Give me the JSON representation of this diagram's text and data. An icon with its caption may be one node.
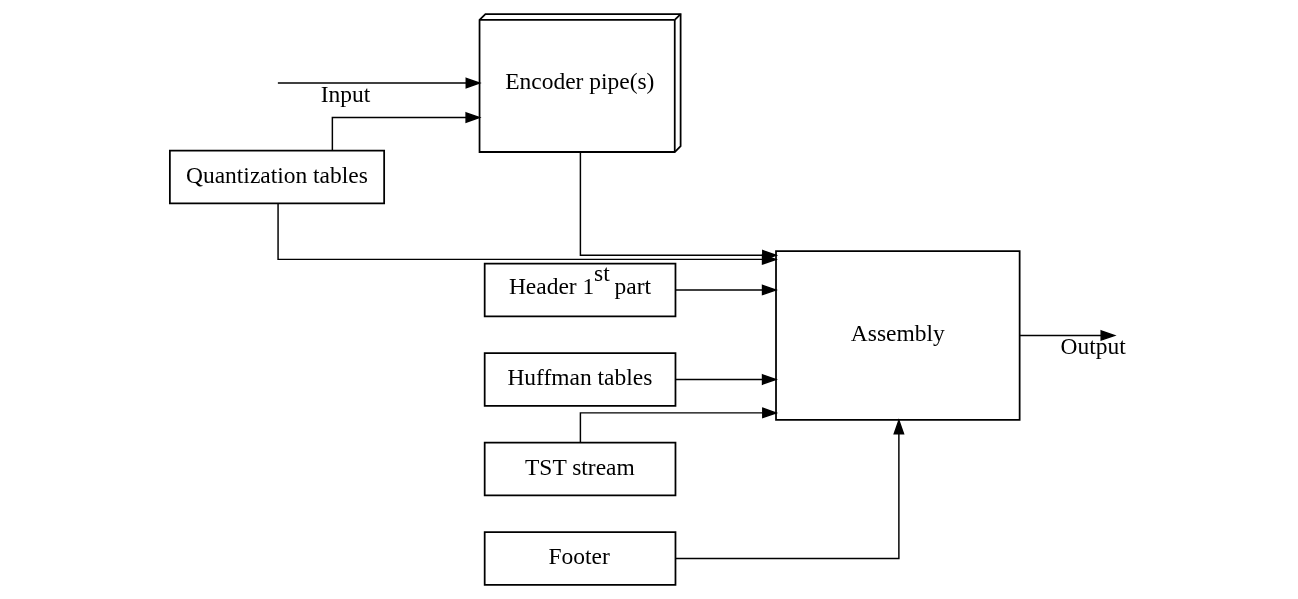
{
  "diagram": {
    "nodes": [
      {
        "text": [
          "Quantization tables"
        ]
      },
      {
        "text": [
          "Encoder pipe(s)"
        ]
      },
      {
        "text": [
          "Assembly"
        ]
      },
      {
        "text": [
          "Header 1$^{st}$ part"
        ]
      },
      {
        "text": [
          "Huffman tables"
        ]
      },
      {
        "text": [
          "TST stream"
        ]
      },
      {
        "text": [
          "Footer"
        ]
      }
    ],
    "edges": [
      {
        "from": null,
        "to": 1,
        "arrow": "to",
        "label": "Input"
      },
      {
        "from": 0,
        "to": 1,
        "arrow": "to"
      },
      {
        "from": 0,
        "to": 2,
        "arrow": "to"
      },
      {
        "from": 1,
        "to": 2,
        "arrow": "to"
      },
      {
        "from": 2,
        "to": null,
        "arrow": "to",
        "label": "Output"
      },
      {
        "from": 3,
        "to": 2,
        "arrow": "to"
      },
      {
        "from": 5,
        "to": 2,
        "arrow": "to"
      },
      {
        "from": 6,
        "to": 2,
        "arrow": "to"
      },
      {
        "from": 4,
        "to": 2,
        "arrow": "to"
      }
    ]
  }
}
